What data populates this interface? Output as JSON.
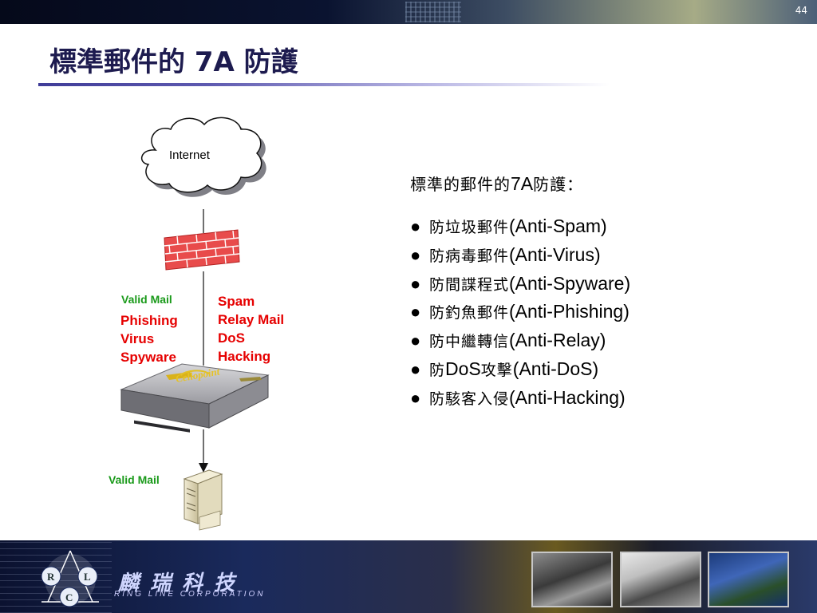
{
  "page_number": "44",
  "slide_title": "標準郵件的 7A 防護",
  "diagram": {
    "cloud_label": "Internet",
    "valid_mail_top": "Valid Mail",
    "threats_left": [
      "Phishing",
      "Virus",
      "Spyware"
    ],
    "threats_right": [
      "Spam",
      "Relay Mail",
      "DoS",
      "Hacking"
    ],
    "valid_mail_bottom": "Valid Mail",
    "appliance_brand": "Cellopoint"
  },
  "features": {
    "heading_zh": "標準的郵件的",
    "heading_en": "7A",
    "heading_suffix": "防護：",
    "items": [
      {
        "zh": "防垃圾郵件",
        "en": "(Anti-Spam)"
      },
      {
        "zh": "防病毒郵件",
        "en": "(Anti-Virus)"
      },
      {
        "zh": "防間諜程式",
        "en": "(Anti-Spyware)"
      },
      {
        "zh": "防釣魚郵件",
        "en": "(Anti-Phishing)"
      },
      {
        "zh": "防中繼轉信",
        "en": "(Anti-Relay)"
      },
      {
        "zh": "防",
        "zh2": "DoS",
        "zh3": "攻擊",
        "en": "(Anti-DoS)"
      },
      {
        "zh": "防駭客入侵",
        "en": "(Anti-Hacking)"
      }
    ]
  },
  "footer": {
    "company_cn": "麟瑞科技",
    "company_en": "RING LINE CORPORATION",
    "logo_letters": [
      "R",
      "L",
      "C"
    ]
  },
  "colors": {
    "title": "#1d1b4f",
    "valid_mail": "#1a9a1a",
    "threat": "#e60000"
  }
}
